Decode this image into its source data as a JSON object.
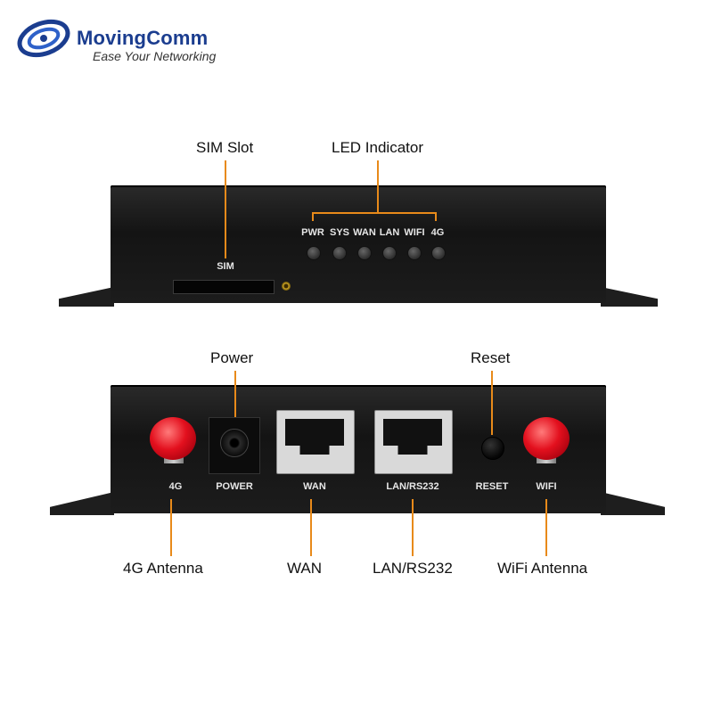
{
  "brand": {
    "name": "MovingComm",
    "tagline": "Ease Your Networking",
    "colors": {
      "primary": "#1b3d8f",
      "accent": "#e88a1a"
    }
  },
  "front_panel": {
    "callouts": {
      "sim_slot": "SIM Slot",
      "led_indicator": "LED Indicator"
    },
    "sim_label": "SIM",
    "leds": [
      "PWR",
      "SYS",
      "WAN",
      "LAN",
      "WIFI",
      "4G"
    ]
  },
  "rear_panel": {
    "callouts": {
      "power": "Power",
      "reset": "Reset",
      "antenna_4g": "4G Antenna",
      "wan": "WAN",
      "lan_rs232": "LAN/RS232",
      "antenna_wifi": "WiFi Antenna"
    },
    "port_labels": {
      "antenna_4g": "4G",
      "power": "POWER",
      "wan": "WAN",
      "lan_rs232": "LAN/RS232",
      "reset": "RESET",
      "antenna_wifi": "WIFI"
    }
  }
}
